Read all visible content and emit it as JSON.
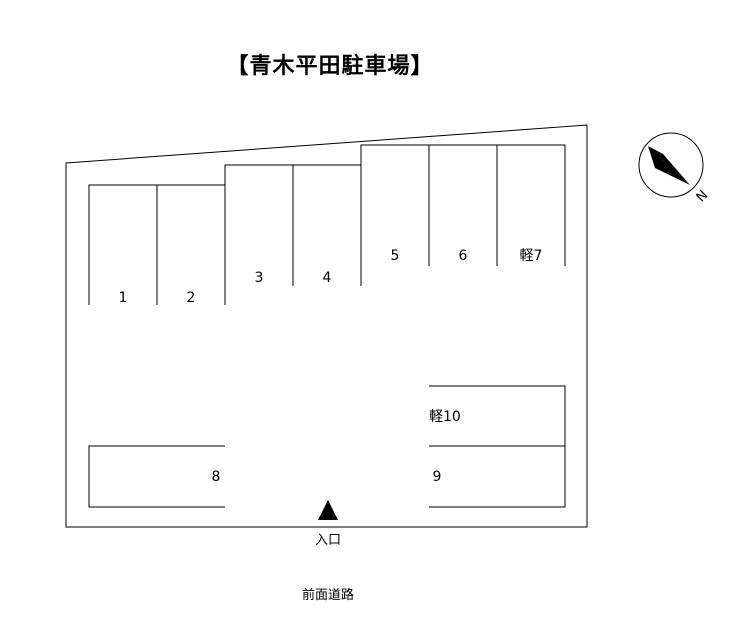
{
  "title": "【青木平田駐車場】",
  "spaces": {
    "s1": "1",
    "s2": "2",
    "s3": "3",
    "s4": "4",
    "s5": "5",
    "s6": "6",
    "s7": "軽7",
    "s8": "8",
    "s9": "9",
    "s10": "軽10"
  },
  "entrance": "入口",
  "road": "前面道路",
  "compass": {
    "letter": "N",
    "icon": "north-arrow-icon"
  }
}
